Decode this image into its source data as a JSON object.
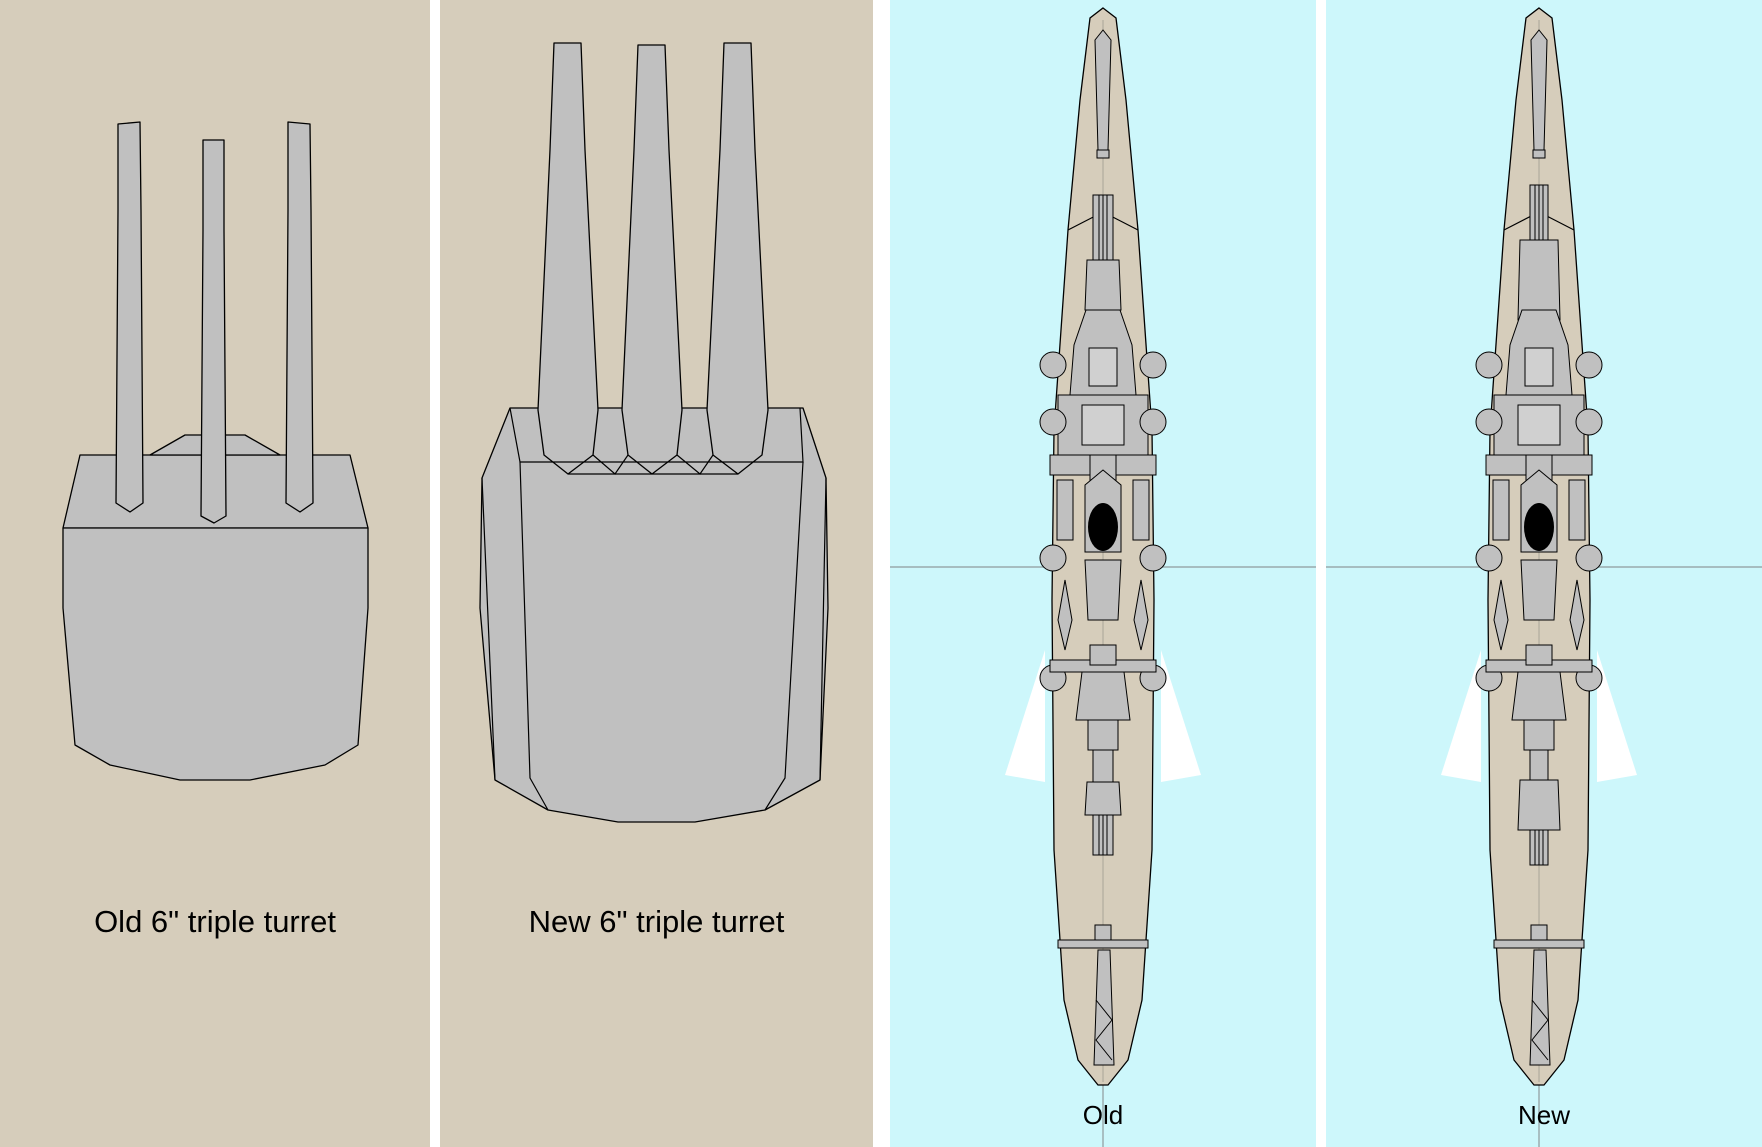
{
  "captions": {
    "old_turret": "Old 6\" triple turret",
    "new_turret": "New 6\" triple turret",
    "old_ship": "Old",
    "new_ship": "New"
  },
  "colors": {
    "turret_panel_bg": "#d6cdbb",
    "ship_panel_bg": "#cdf7fb",
    "metal": "#c0c0c0",
    "deck": "#d6cdbb",
    "outline": "#000000",
    "divider": "#ffffff"
  }
}
